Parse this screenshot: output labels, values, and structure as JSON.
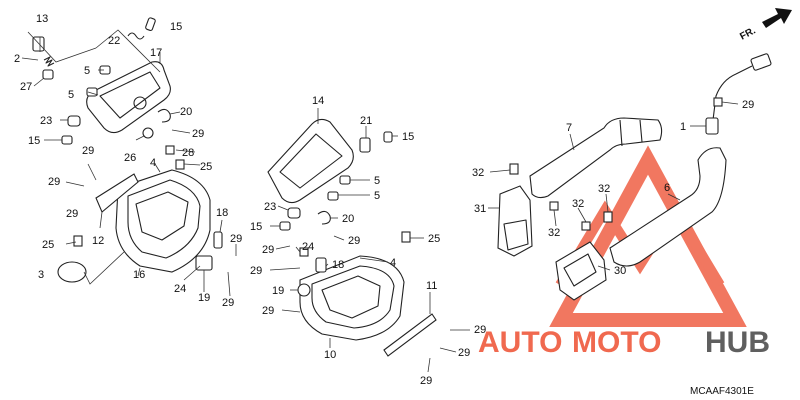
{
  "diagram": {
    "reference_code": "MCAAF4301E",
    "direction_label": "FR.",
    "watermark": {
      "auto": "AUTO",
      "moto": "MOTO",
      "hub": "HUB",
      "color_red": "#f0694f",
      "color_gray": "#5f5f5f"
    },
    "callouts": {
      "c13": "13",
      "c2": "2",
      "c27": "27",
      "c22": "22",
      "c15a": "15",
      "c17": "17",
      "c5a": "5",
      "c5b": "5",
      "c23a": "23",
      "c15b": "15",
      "c20a": "20",
      "c29a": "29",
      "c26": "26",
      "c28": "28",
      "c4a": "4",
      "c25a": "25",
      "c29b": "29",
      "c29c": "29",
      "c29d": "29",
      "c12": "12",
      "c25b": "25",
      "c3": "3",
      "c16": "16",
      "c18a": "18",
      "c29e": "29",
      "c24a": "24",
      "c19": "19",
      "c29f": "29",
      "c14": "14",
      "c21": "21",
      "c15c": "15",
      "c5c": "5",
      "c5d": "5",
      "c23b": "23",
      "c15d": "15",
      "c20b": "20",
      "c29g": "29",
      "c29h": "29",
      "c24b": "24",
      "c25c": "25",
      "c29i": "29",
      "c18b": "18",
      "c19b": "19",
      "c4b": "4",
      "c29j": "29",
      "c11": "11",
      "c10": "10",
      "c29k": "29",
      "c29l": "29",
      "c29m": "29",
      "c7": "7",
      "c32a": "32",
      "c31": "31",
      "c32b": "32",
      "c32c": "32",
      "c32d": "32",
      "c30": "30",
      "c6": "6",
      "c1": "1",
      "c29n": "29"
    }
  }
}
